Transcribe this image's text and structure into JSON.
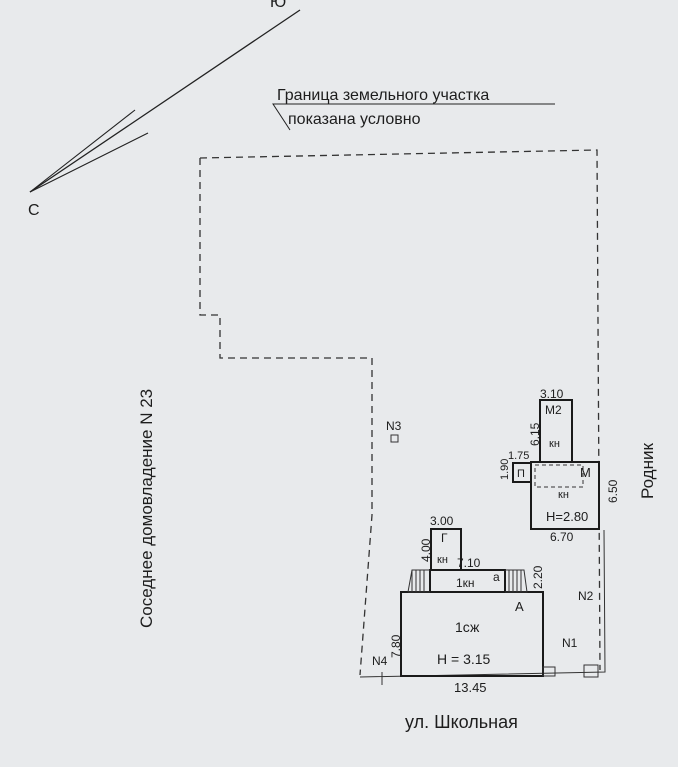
{
  "compass": {
    "north": "Ю",
    "south": "С"
  },
  "boundary_note": {
    "line1": "Граница земельного участка",
    "line2": "показана условно"
  },
  "neighbors": {
    "left": "Соседнее домовладение N 23",
    "right": "Родник"
  },
  "street": "ул. Школьная",
  "markers": {
    "n1": "N1",
    "n2": "N2",
    "n3": "N3",
    "n4": "N4"
  },
  "building_a": {
    "letter": "A",
    "name": "1сж",
    "height": "H = 3.15",
    "width": "13.45",
    "depth": "7.80"
  },
  "veranda_a": {
    "letter": "a",
    "name": "1кн",
    "width": "7.10",
    "depth": "2.20"
  },
  "shed_g": {
    "letter": "Г",
    "name": "кн",
    "width": "3.00",
    "depth": "4.00"
  },
  "building_m": {
    "letter": "M",
    "name": "кн",
    "height": "H=2.80",
    "width": "6.70",
    "depth": "6.50"
  },
  "annex_m2": {
    "letter": "M2",
    "name": "кн",
    "width": "3.10",
    "depth": "6.15"
  },
  "annex_p": {
    "letter": "П",
    "width": "1.75",
    "depth": "1.90"
  }
}
